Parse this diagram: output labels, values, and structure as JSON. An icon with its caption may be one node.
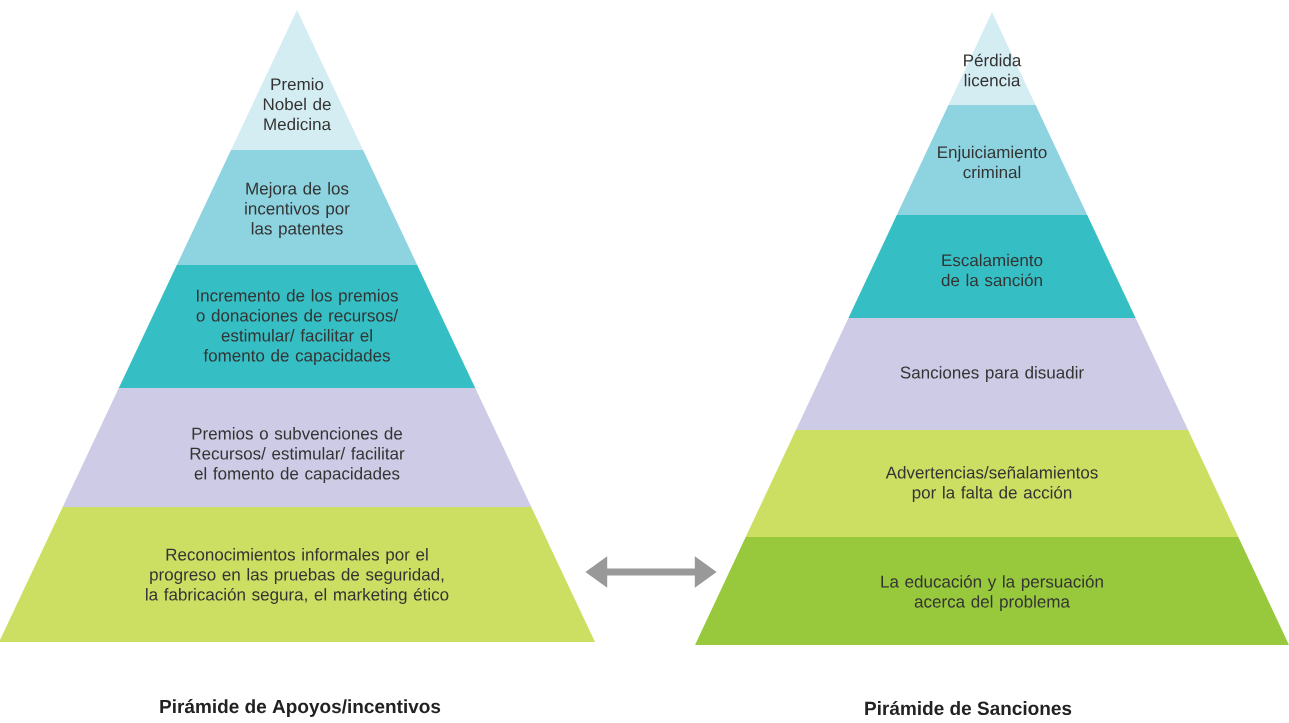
{
  "diagram": {
    "nodes": [
      {
        "text": [
          "Premio Nobel de Medicina"
        ]
      },
      {
        "text": [
          "Mejora de los incentivos por las patentes"
        ]
      },
      {
        "text": [
          "Incremento de los premios o donaciones de recursos/ estimular/ facilitar el fomento de capacidades"
        ]
      },
      {
        "text": [
          "Premios o subvenciones de Recursos/ estimular/ facilitar el fomento de capacidades"
        ]
      },
      {
        "text": [
          "Reconocimientos informales por el progreso en las pruebas de seguridad, la fabricación segura, el marketing ético"
        ]
      },
      {
        "text": [
          "Pérdida licencia"
        ]
      },
      {
        "text": [
          "Enjuiciamiento criminal"
        ]
      },
      {
        "text": [
          "Escalamiento de la sanción"
        ]
      },
      {
        "text": [
          "Sanciones para disuadir"
        ]
      },
      {
        "text": [
          "Advertencias/señalamientos por la falta de acción"
        ]
      },
      {
        "text": [
          "La educación y la persuación acerca del problema"
        ]
      }
    ],
    "edges": [
      {
        "from": 4,
        "to": 10,
        "arrow": "both",
        "color": "#999999"
      }
    ],
    "labels": [
      "Pirámide de Apoyos/incentivos",
      "Pirámide de Sanciones"
    ]
  }
}
